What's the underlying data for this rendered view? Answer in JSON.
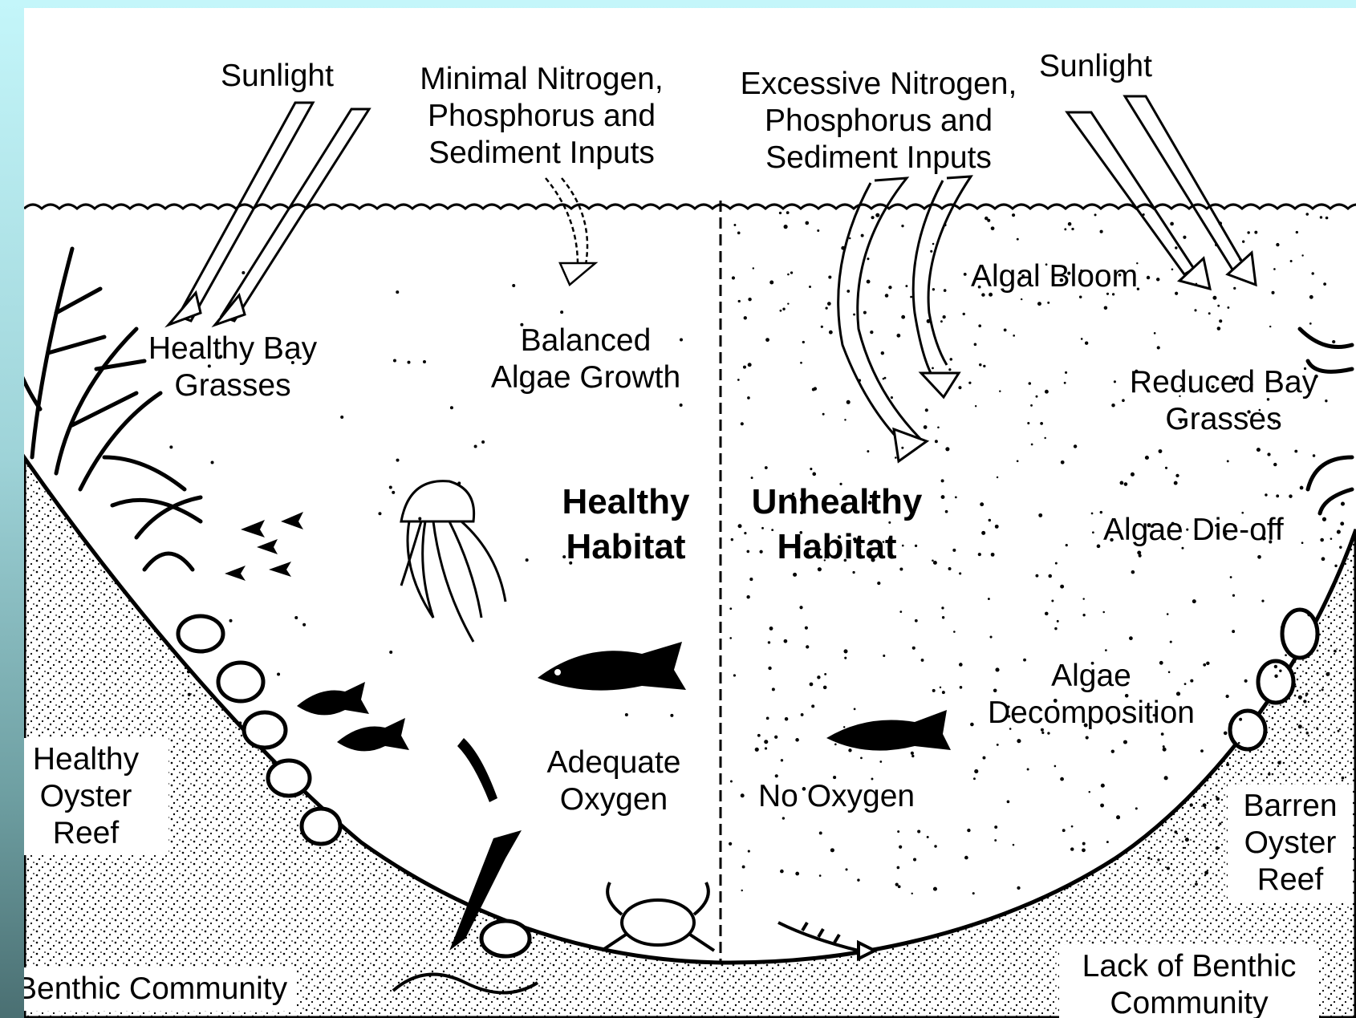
{
  "labels": {
    "sunlight_left": "Sunlight",
    "inputs_minimal": "Minimal Nitrogen, Phosphorus and Sediment Inputs",
    "inputs_excessive": "Excessive Nitrogen, Phosphorus and Sediment Inputs",
    "sunlight_right": "Sunlight",
    "healthy_grasses": "Healthy Bay Grasses",
    "balanced_algae": "Balanced Algae Growth",
    "algal_bloom": "Algal Bloom",
    "reduced_grasses": "Reduced Bay Grasses",
    "healthy_habitat": "Healthy Habitat",
    "unhealthy_habitat": "Unhealthy Habitat",
    "algae_dieoff": "Algae Die-off",
    "algae_decomposition": "Algae Decomposition",
    "healthy_oyster_reef": "Healthy Oyster Reef",
    "adequate_oxygen": "Adequate Oxygen",
    "no_oxygen": "No Oxygen",
    "barren_oyster_reef": "Barren Oyster Reef",
    "benthic_community": "Benthic Community",
    "lack_benthic": "Lack of Benthic Community"
  },
  "colors": {
    "ink": "#000000",
    "paper": "#ffffff",
    "slide_top": "#c4f6fa",
    "slide_bottom": "#4a6f72"
  },
  "icons": [
    "sunlight-arrow-icon",
    "nutrient-arrow-icon",
    "bay-grass-icon",
    "jellyfish-icon",
    "fish-icon",
    "crab-icon",
    "oyster-icon",
    "pipefish-icon",
    "worm-icon"
  ]
}
